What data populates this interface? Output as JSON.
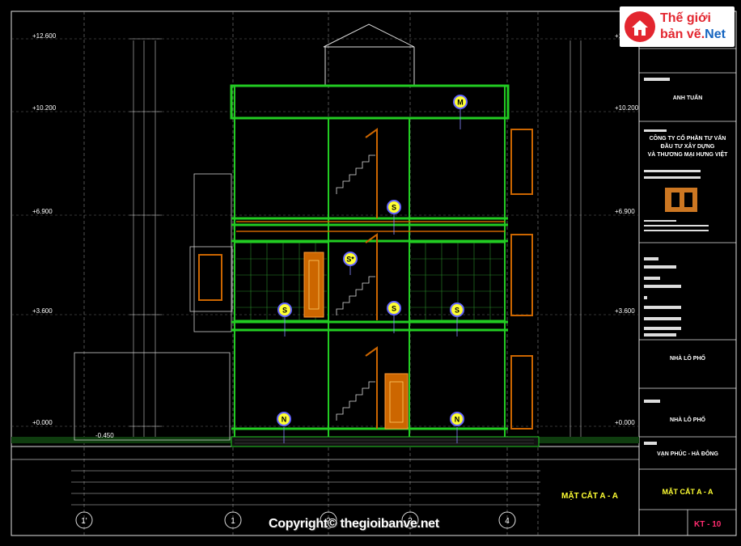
{
  "levels_left": [
    "+12.600",
    "+10.200",
    "+6.900",
    "+3.600",
    "+0.000",
    "-0.450"
  ],
  "levels_right": [
    "+12.6",
    "+10.200",
    "+6.900",
    "+3.600",
    "+0.000"
  ],
  "section_title": "MẶT CẮT A - A",
  "title_block": {
    "name": "ANH TUẤN",
    "company_line1": "CÔNG TY CỔ PHẦN TƯ VẤN",
    "company_line2": "ĐẦU TƯ XÂY DỰNG",
    "company_line3": "VÀ THƯƠNG MẠI HƯNG VIỆT",
    "project1": "NHÀ LÔ PHỐ",
    "project2": "NHÀ LÔ PHỐ",
    "location": "VẠN PHÚC - HÀ ĐÔNG",
    "drawing_title": "MẶT CẮT A - A",
    "sheet": "KT - 10"
  },
  "room_tags": [
    "M",
    "S",
    "S*",
    "S",
    "S",
    "S",
    "N",
    "N"
  ],
  "grid_axes": [
    "1'",
    "1",
    "2",
    "3",
    "4"
  ],
  "logo": {
    "line1": "Thế giới",
    "line2": "bản vẽ.",
    "line2_net": "Net"
  },
  "copyright": "Copyright© thegioibanve.net",
  "colors": {
    "background": "#000000",
    "structure": "#22cc22",
    "wood": "#cc6600",
    "text": "#ffffff",
    "section_title": "#ffff33",
    "sheet": "#ff2b6f"
  }
}
